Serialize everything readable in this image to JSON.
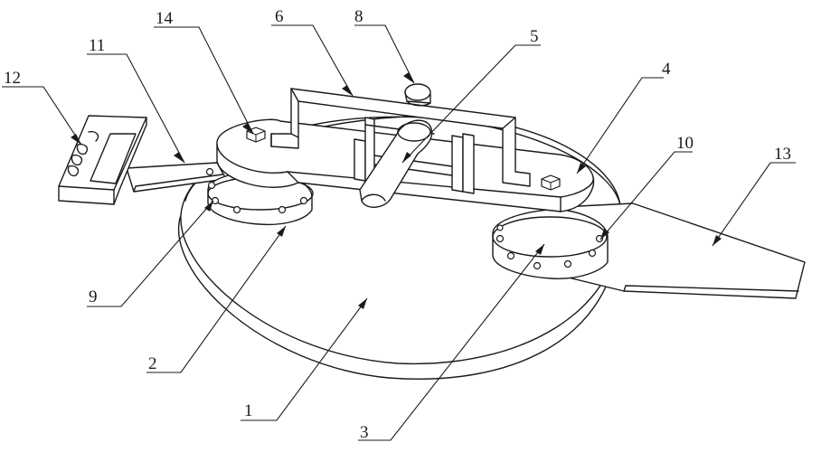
{
  "labels": {
    "l1": "1",
    "l2": "2",
    "l3": "3",
    "l4": "4",
    "l5": "5",
    "l6": "6",
    "l8": "8",
    "l9": "9",
    "l10": "10",
    "l11": "11",
    "l12": "12",
    "l13": "13",
    "l14": "14"
  }
}
